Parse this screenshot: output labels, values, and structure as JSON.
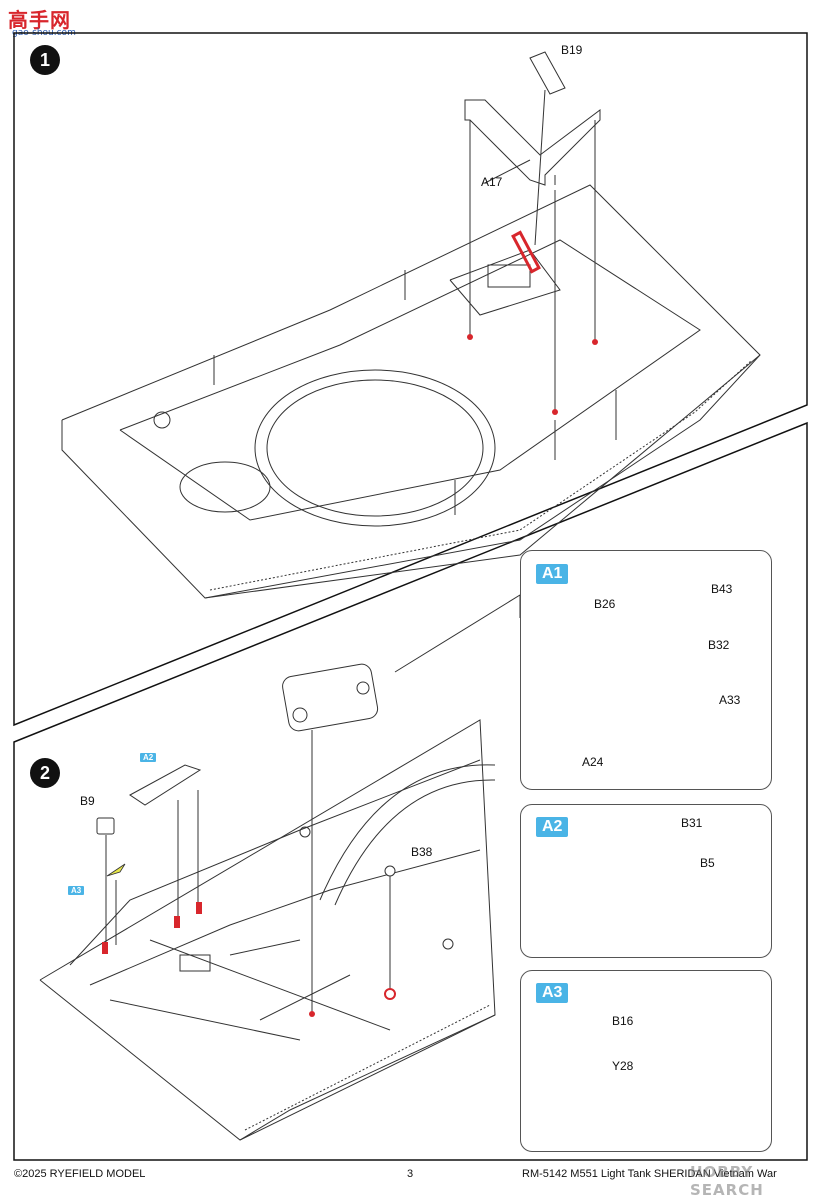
{
  "watermark": {
    "logo_text": "高手网",
    "url": "gao-shou.com"
  },
  "steps": [
    {
      "number": "1"
    },
    {
      "number": "2"
    }
  ],
  "step1": {
    "callouts": {
      "b19": "B19",
      "a17": "A17"
    }
  },
  "step2": {
    "callouts": {
      "b9": "B9",
      "b38": "B38"
    },
    "mini_tags": {
      "a2": "A2",
      "a3": "A3"
    }
  },
  "details": {
    "a1": {
      "tag": "A1",
      "parts": [
        "B26",
        "B43",
        "B32",
        "A33",
        "A24"
      ]
    },
    "a2": {
      "tag": "A2",
      "parts": [
        "B31",
        "B5"
      ]
    },
    "a3": {
      "tag": "A3",
      "parts": [
        "B16",
        "Y28"
      ]
    }
  },
  "footer": {
    "copyright": "©2025 RYEFIELD MODEL",
    "page_number": "3",
    "product": "RM-5142 M551 Light Tank SHERIDAN Vietnam War",
    "stamp": "HOBBY SEARCH"
  },
  "colors": {
    "accent_blue": "#4ab4e6",
    "mark_red": "#d8262c",
    "part_yellow": "#e8e84a",
    "figure_purple": "#6a5aa8"
  }
}
